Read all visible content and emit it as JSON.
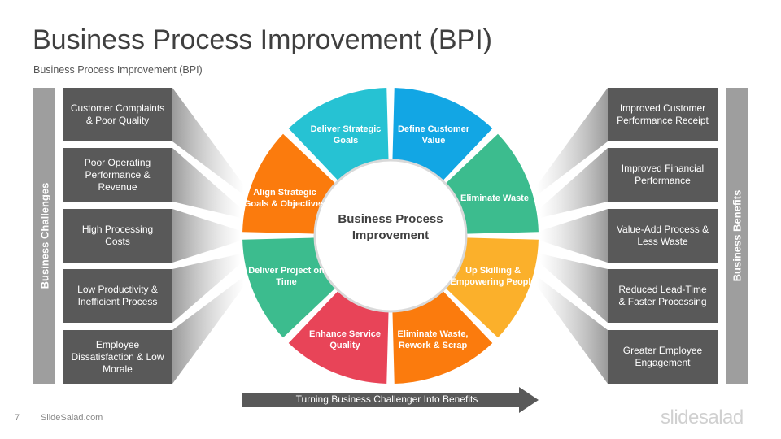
{
  "header": {
    "title": "Business Process Improvement (BPI)",
    "subtitle": "Business Process Improvement  (BPI)"
  },
  "left_panel": {
    "label": "Business Challenges",
    "items": [
      "Customer Complaints & Poor Quality",
      "Poor Operating Performance & Revenue",
      "High Processing Costs",
      "Low Productivity & Inefficient Process",
      "Employee Dissatisfaction & Low Morale"
    ]
  },
  "right_panel": {
    "label": "Business Benefits",
    "items": [
      "Improved Customer Performance Receipt",
      "Improved Financial Performance",
      "Value-Add Process & Less Waste",
      "Reduced Lead-Time & Faster Processing",
      "Greater Employee Engagement"
    ]
  },
  "wheel": {
    "center": "Business Process Improvement",
    "segments": [
      {
        "label": "Define Customer Value",
        "color": "#12a6e4"
      },
      {
        "label": "Eliminate Waste",
        "color": "#3cbc8e"
      },
      {
        "label": "Up Skilling & Empowering People",
        "color": "#fbb02b"
      },
      {
        "label": "Eliminate Waste, Rework & Scrap",
        "color": "#fb7b0d"
      },
      {
        "label": "Enhance Service Quality",
        "color": "#e84458"
      },
      {
        "label": "Deliver Project on Time",
        "color": "#3cbc8e"
      },
      {
        "label": "Align Strategic Goals & Objectives",
        "color": "#fb7b0d"
      },
      {
        "label": "Deliver Strategic Goals",
        "color": "#26c2d3"
      }
    ]
  },
  "arrow": {
    "label": "Turning Business Challenger Into Benefits",
    "color": "#595959"
  },
  "footer": {
    "page": "7",
    "site": "| SlideSalad.com",
    "logo": "slidesalad"
  }
}
